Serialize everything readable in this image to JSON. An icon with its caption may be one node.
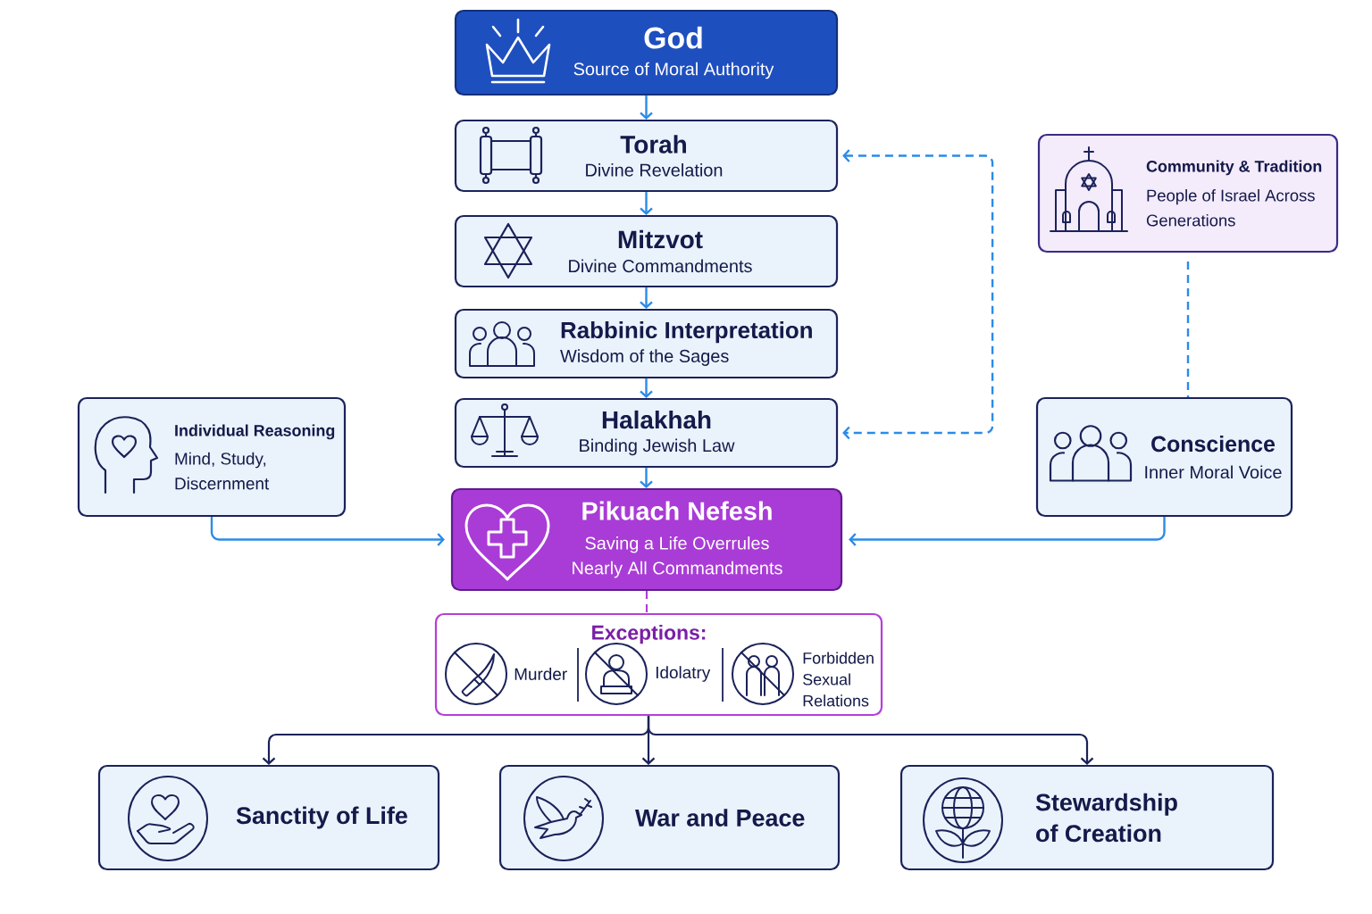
{
  "diagram": {
    "nodes": [
      {
        "text": [
          "God",
          "Source of Moral Authority"
        ]
      },
      {
        "text": [
          "Torah",
          "Divine Revelation"
        ]
      },
      {
        "text": [
          "Community & Tradition",
          "People of Israel Across Generations"
        ]
      },
      {
        "text": [
          "Mitzvot",
          "Divine Commandments"
        ]
      },
      {
        "text": [
          "Rabbinic Interpretation",
          "Wisdom of the Sages"
        ]
      },
      {
        "text": [
          "Individual Reasoning",
          "Mind, Study, Discernment"
        ]
      },
      {
        "text": [
          "Halakhah",
          "Binding Jewish Law"
        ]
      },
      {
        "text": [
          "Conscience",
          "Inner Moral Voice"
        ]
      },
      {
        "text": [
          "Pikuach Nefesh",
          "Saving a Life Overrules Nearly All Commandments"
        ]
      },
      {
        "text": [
          "Exceptions:",
          "Murder",
          "Idolatry",
          "Forbidden Sexual Relations"
        ]
      },
      {
        "text": [
          "Sanctity of Life"
        ]
      },
      {
        "text": [
          "War and Peace"
        ]
      },
      {
        "text": [
          "Stewardship of Creation"
        ]
      }
    ],
    "edges": [
      {
        "from": 0,
        "to": 1,
        "arrow": "to"
      },
      {
        "from": 1,
        "to": 3,
        "arrow": "to"
      },
      {
        "from": 3,
        "to": 4,
        "arrow": "to"
      },
      {
        "from": 4,
        "to": 6,
        "arrow": "to"
      },
      {
        "from": 6,
        "to": 8,
        "arrow": "to"
      },
      {
        "from": 5,
        "to": 8,
        "arrow": "to"
      },
      {
        "from": 7,
        "to": 8,
        "arrow": "to"
      },
      {
        "from": 1,
        "to": 6,
        "arrow": "both",
        "style": "dashed"
      },
      {
        "from": 2,
        "to": 7,
        "arrow": "none",
        "style": "dashed"
      },
      {
        "from": 8,
        "to": 9,
        "arrow": "none",
        "style": "dashed",
        "color": "#b23fd8"
      },
      {
        "from": 9,
        "to": 10,
        "arrow": "to",
        "color": "#1b2259"
      },
      {
        "from": 9,
        "to": 11,
        "arrow": "to",
        "color": "#1b2259"
      },
      {
        "from": 9,
        "to": 12,
        "arrow": "to",
        "color": "#1b2259"
      }
    ]
  }
}
